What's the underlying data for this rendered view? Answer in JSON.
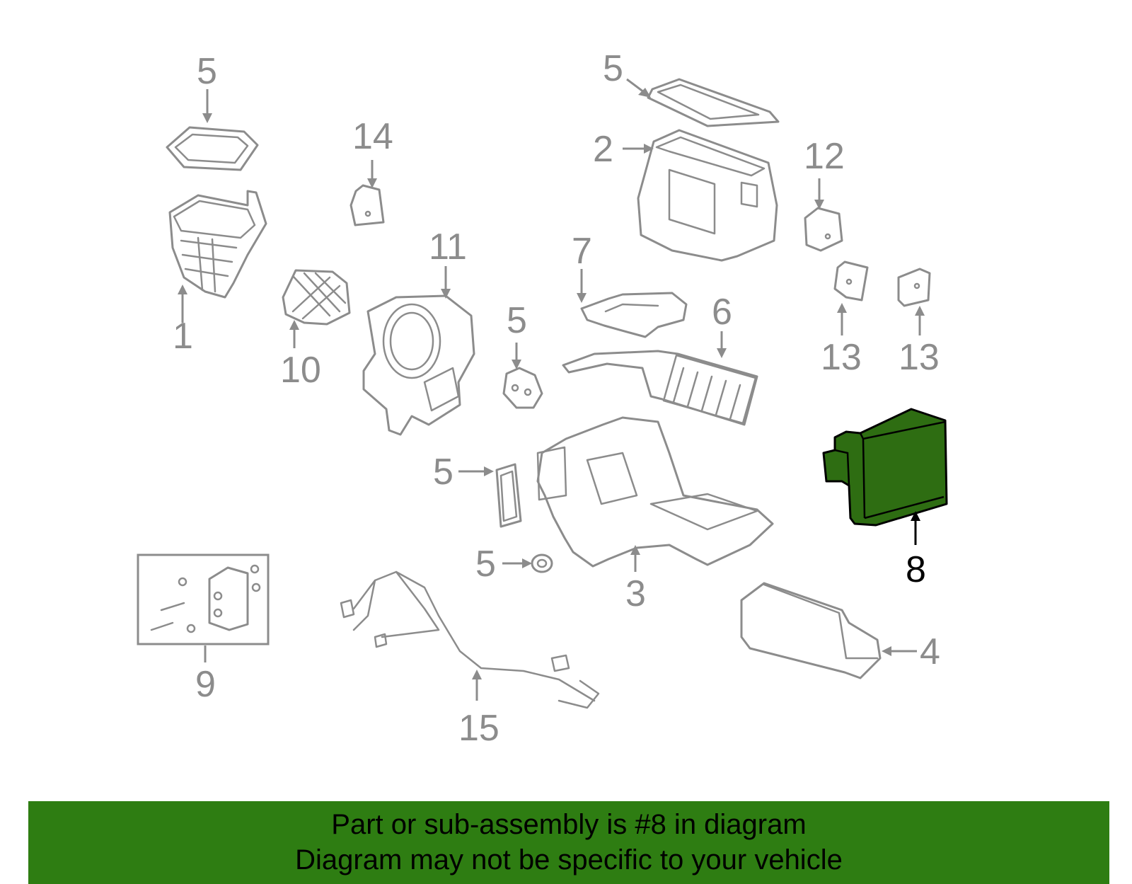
{
  "callouts": {
    "c1": "1",
    "c2": "2",
    "c3": "3",
    "c4": "4",
    "c5a": "5",
    "c5b": "5",
    "c5c": "5",
    "c5d": "5",
    "c5e": "5",
    "c6": "6",
    "c7": "7",
    "c8": "8",
    "c9": "9",
    "c10": "10",
    "c11": "11",
    "c12": "12",
    "c13a": "13",
    "c13b": "13",
    "c14": "14",
    "c15": "15"
  },
  "highlight": {
    "part_number": "8",
    "color": "#2e7d12"
  },
  "banner": {
    "line1": "Part or sub-assembly is #8 in diagram",
    "line2": "Diagram may not be specific to your vehicle"
  }
}
